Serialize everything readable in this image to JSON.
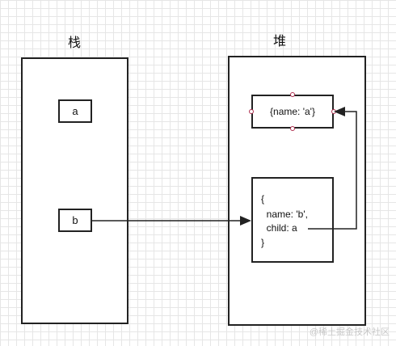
{
  "stack": {
    "title": "栈",
    "vars": [
      {
        "label": "a"
      },
      {
        "label": "b"
      }
    ]
  },
  "heap": {
    "title": "堆",
    "obj_a": {
      "text": "{name: 'a'}"
    },
    "obj_b": {
      "lines": [
        "{",
        "  name: 'b',",
        "  child: a",
        "}"
      ]
    }
  },
  "watermark": "@稀土掘金技术社区"
}
